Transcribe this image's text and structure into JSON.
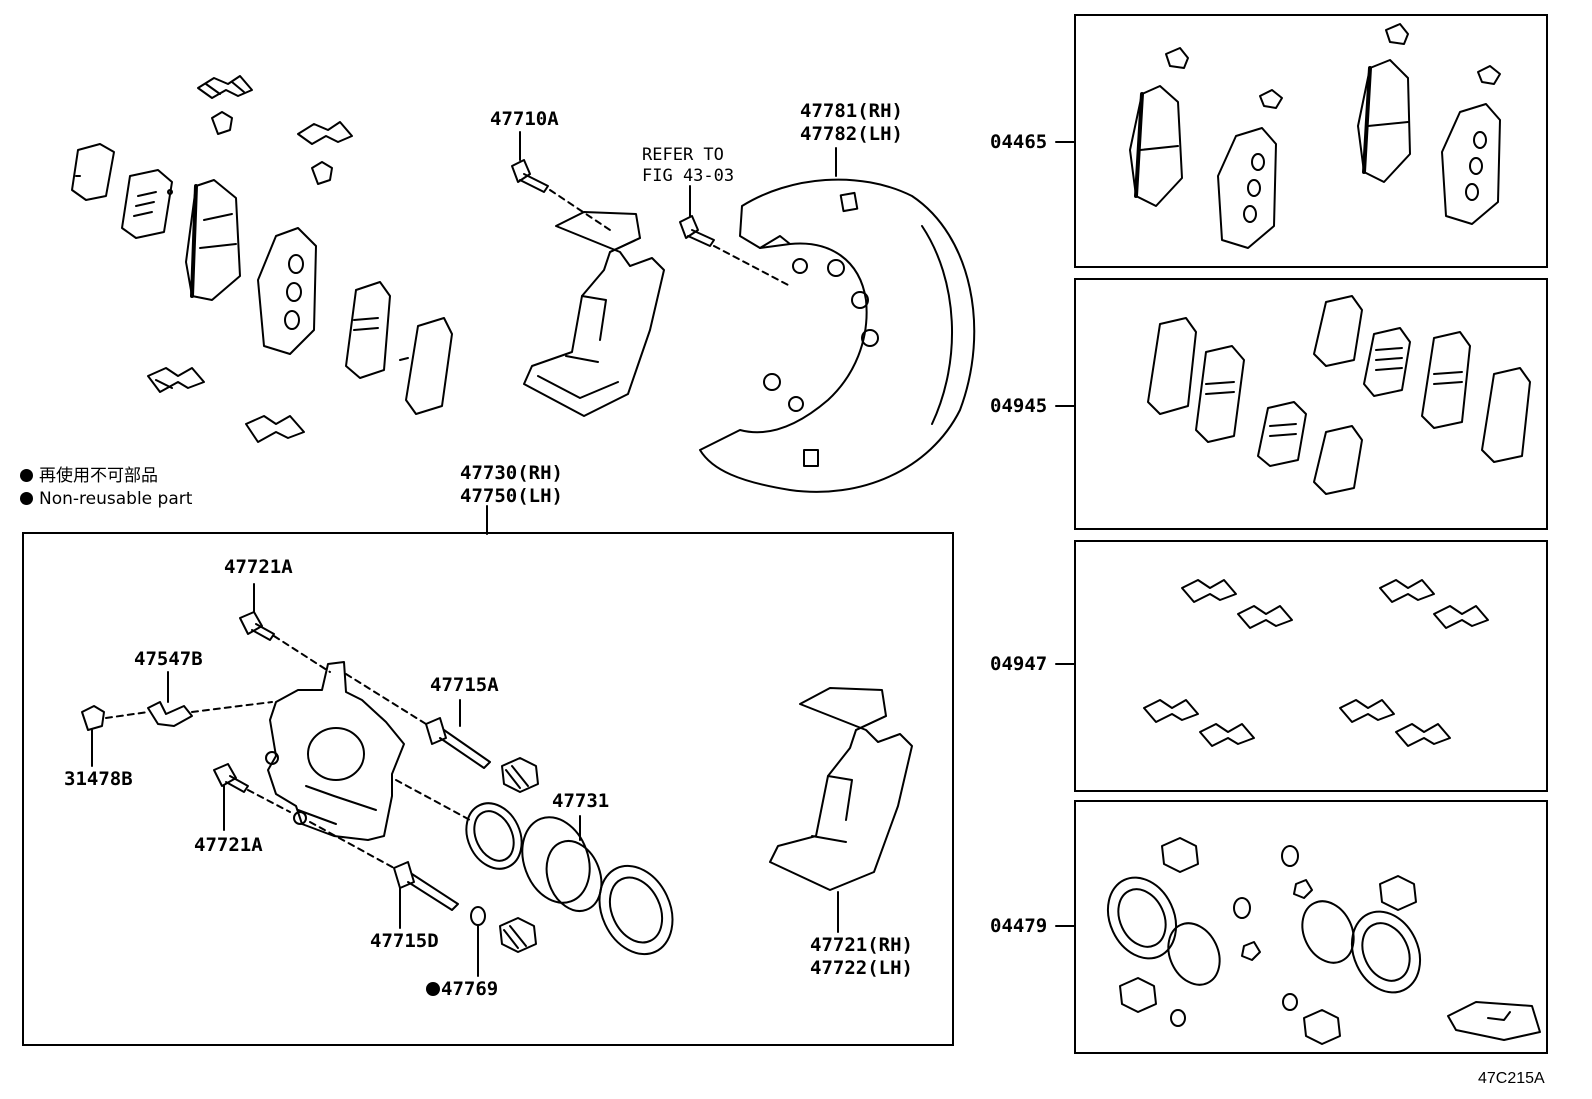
{
  "notes": {
    "jp": "再使用不可部品",
    "en": "Non-reusable part"
  },
  "refer": {
    "line1": "REFER TO",
    "line2": "FIG 43-03"
  },
  "labels": {
    "p47710a": "47710A",
    "p47781": "47781(RH)",
    "p47782": "47782(LH)",
    "p47730": "47730(RH)",
    "p47750": "47750(LH)",
    "p47721a_top": "47721A",
    "p47547b": "47547B",
    "p31478b": "31478B",
    "p47721a_bottom": "47721A",
    "p47715a": "47715A",
    "p47731": "47731",
    "p47715d": "47715D",
    "p47769": "47769",
    "p47721": "47721(RH)",
    "p47722": "47722(LH)"
  },
  "kits": [
    {
      "code": "04465"
    },
    {
      "code": "04945"
    },
    {
      "code": "04947"
    },
    {
      "code": "04479"
    }
  ],
  "illustration_code": "47C215A"
}
